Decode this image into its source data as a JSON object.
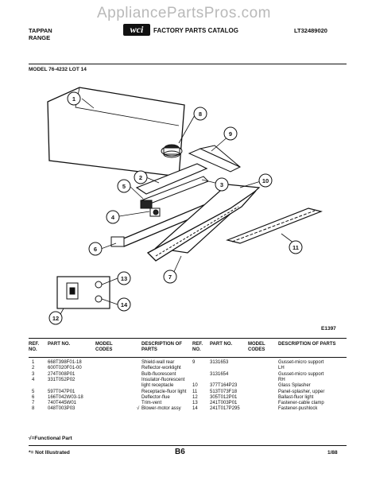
{
  "watermark": "AppliancePartsPros.com",
  "header": {
    "brand_line1": "TAPPAN",
    "brand_line2": "RANGE",
    "logo_text": "wci",
    "catalog_title": "FACTORY PARTS CATALOG",
    "doc_number": "LT32489020",
    "model_line": "MODEL 76-4232 LOT 14"
  },
  "diagram": {
    "callouts": [
      "1",
      "2",
      "3",
      "4",
      "5",
      "6",
      "7",
      "8",
      "9",
      "10",
      "11",
      "12",
      "13",
      "14"
    ],
    "figure_code": "E1397"
  },
  "table": {
    "columns": {
      "ref_no": "REF. NO.",
      "part_no": "PART NO.",
      "model_codes": "MODEL CODES",
      "description": "DESCRIPTION OF PARTS"
    },
    "left_rows": [
      {
        "ref": "1",
        "part": "668T398F01-18",
        "model": "",
        "desc": "Shield-wall rear"
      },
      {
        "ref": "2",
        "part": "600T020F01-00",
        "model": "",
        "desc": "Reflector-worklight"
      },
      {
        "ref": "3",
        "part": "274T008P01",
        "model": "",
        "desc": "Bulb-fluorescent"
      },
      {
        "ref": "4",
        "part": "331T052P02",
        "model": "",
        "desc": "Insulator-fluorescent"
      },
      {
        "ref": "",
        "part": "",
        "model": "",
        "desc": "light receptacle"
      },
      {
        "ref": "5",
        "part": "597T047P01",
        "model": "",
        "desc": "Receptacle-fluor light"
      },
      {
        "ref": "6",
        "part": "166T042W03-18",
        "model": "",
        "desc": "Deflector-flue"
      },
      {
        "ref": "7",
        "part": "740T445W01",
        "model": "",
        "desc": "Trim-vent"
      },
      {
        "ref": "8",
        "part": "048T003P03",
        "model": "√",
        "desc": "Blower-motor assy"
      }
    ],
    "right_rows": [
      {
        "ref": "9",
        "part": "3131653",
        "model": "",
        "desc": "Gusset-micro support"
      },
      {
        "ref": "",
        "part": "",
        "model": "",
        "desc": "LH"
      },
      {
        "ref": "",
        "part": "3131654",
        "model": "",
        "desc": "Gusset-micro support"
      },
      {
        "ref": "",
        "part": "",
        "model": "",
        "desc": "RH"
      },
      {
        "ref": "10",
        "part": "377T164P23",
        "model": "",
        "desc": "Glass Splasher"
      },
      {
        "ref": "11",
        "part": "513T073F18",
        "model": "",
        "desc": "Panel-splasher, upper"
      },
      {
        "ref": "12",
        "part": "305T012P01",
        "model": "",
        "desc": "Ballast-fluor light"
      },
      {
        "ref": "13",
        "part": "241T003P01",
        "model": "",
        "desc": "Fastener-cable clamp"
      },
      {
        "ref": "14",
        "part": "241T017P295",
        "model": "",
        "desc": "Fastener-pushlock"
      }
    ]
  },
  "footer": {
    "functional_note": "√=Functional Part",
    "not_illustrated_note": "*= Not Illustrated",
    "page": "B6",
    "date": "1/88"
  }
}
